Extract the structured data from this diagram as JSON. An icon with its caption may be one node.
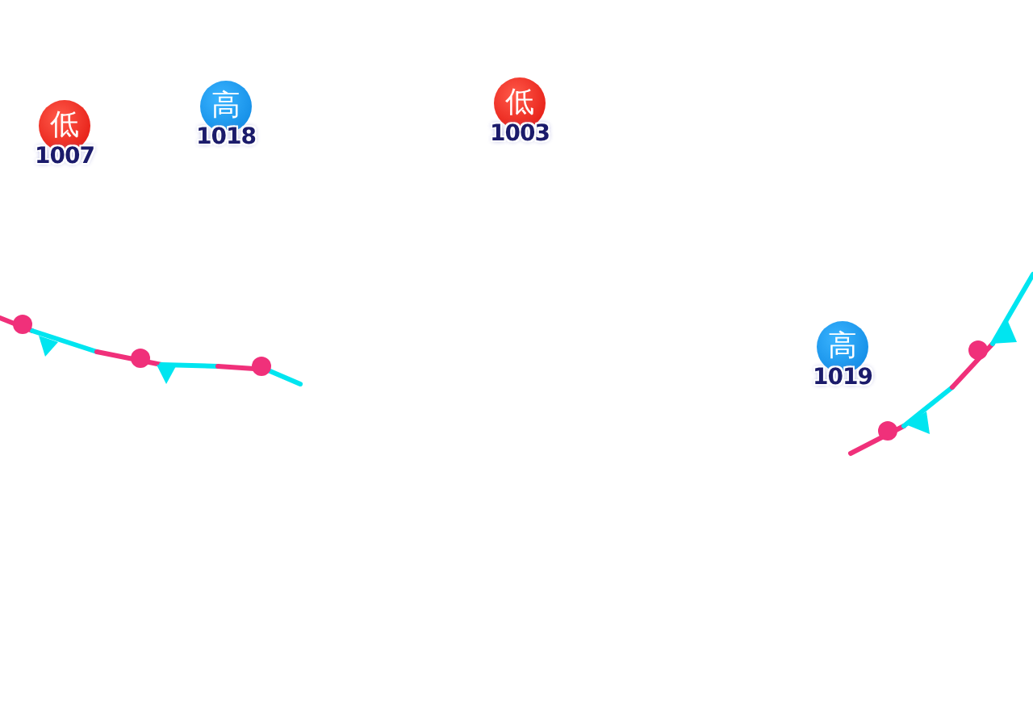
{
  "diagram": {
    "nodes": [
      {
        "text": [
          "低"
        ],
        "beside": [
          "1007"
        ]
      },
      {
        "text": [
          "高"
        ],
        "beside": [
          "1018"
        ]
      },
      {
        "text": [
          "低"
        ],
        "beside": [
          "1003"
        ]
      },
      {
        "text": [
          "高"
        ],
        "beside": [
          "1019"
        ]
      }
    ]
  }
}
